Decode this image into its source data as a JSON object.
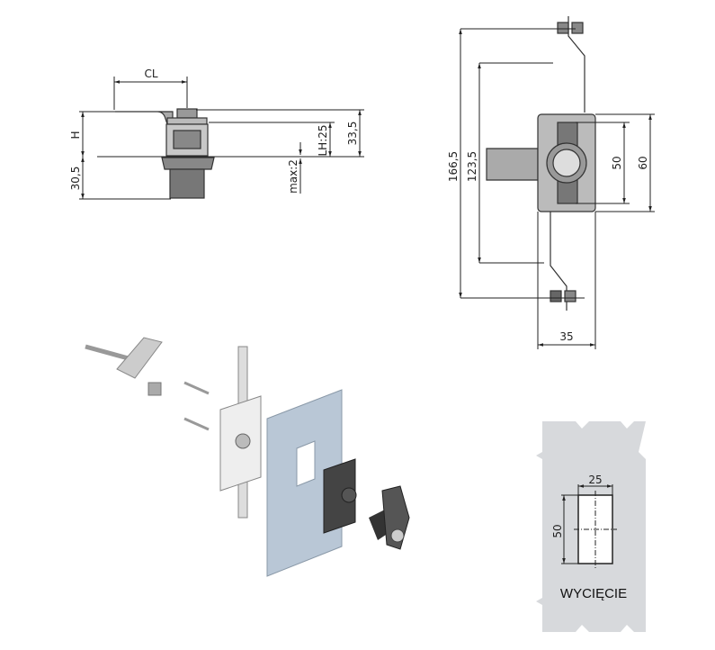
{
  "side_view": {
    "dims": {
      "cl": "CL",
      "h": "H",
      "bottom": "30,5",
      "lh": "LH:25",
      "total": "33,5",
      "max": "max:2"
    }
  },
  "front_view": {
    "dims": {
      "overall": "166,5",
      "holes": "123,5",
      "inner": "50",
      "outer": "60",
      "width": "35"
    }
  },
  "cutout": {
    "width": "25",
    "height": "50",
    "label": "WYCIĘCIE"
  },
  "colors": {
    "line": "#222222",
    "part": "#9a9a9a",
    "panel": "#d7d9dc",
    "plate": "#b9c7d6"
  }
}
